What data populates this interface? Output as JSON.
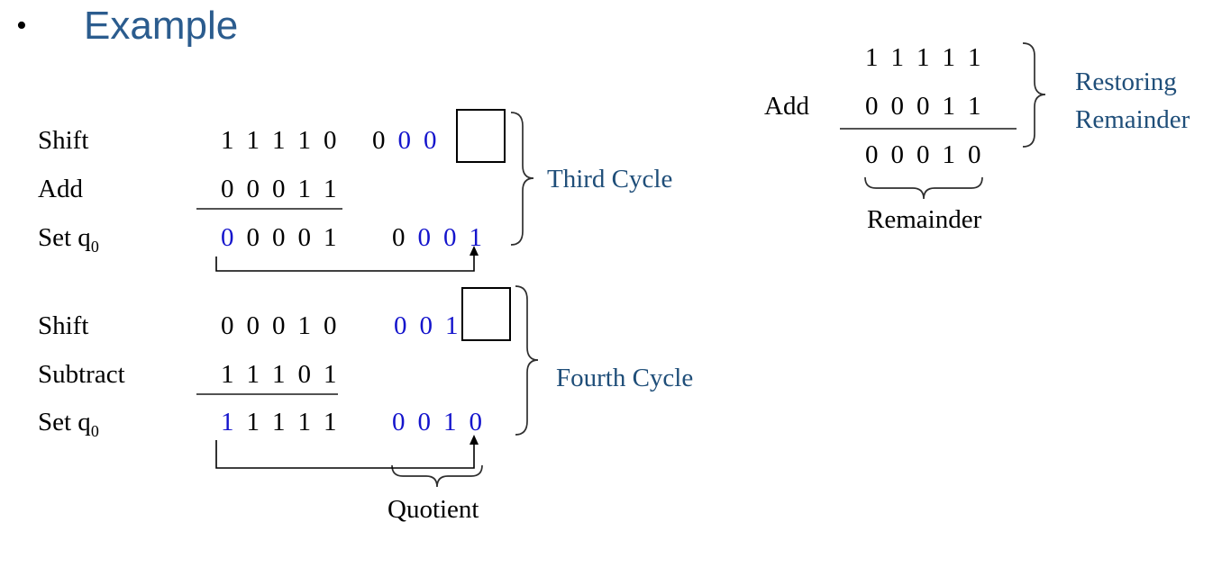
{
  "colors": {
    "title": "#2b5c8e",
    "cycle": "#1f4e79",
    "blue": "#1414cc",
    "ink": "#000000",
    "line": "#3a3a3a"
  },
  "title": {
    "bullet": "•",
    "text": "Example"
  },
  "third_cycle": {
    "label": "Third Cycle",
    "shift_op": "Shift",
    "shift_register": {
      "bits": "11110",
      "blue": []
    },
    "shift_quotient": {
      "bits": "000",
      "blue": [
        1,
        2
      ]
    },
    "add_op": "Add",
    "add_register": {
      "bits": "00011",
      "blue": []
    },
    "set_op": "Set q",
    "set_sub": "0",
    "set_register": {
      "bits": "00001",
      "blue": [
        0
      ]
    },
    "set_quotient": {
      "bits": "0001",
      "blue": [
        1,
        2,
        3
      ]
    }
  },
  "fourth_cycle": {
    "label": "Fourth Cycle",
    "shift_op": "Shift",
    "shift_register": {
      "bits": "00010",
      "blue": []
    },
    "shift_quotient": {
      "bits": "001",
      "blue": [
        0,
        1,
        2
      ]
    },
    "subtract_op": "Subtract",
    "subtract_register": {
      "bits": "11101",
      "blue": []
    },
    "set_op": "Set q",
    "set_sub": "0",
    "set_register": {
      "bits": "11111",
      "blue": [
        0
      ]
    },
    "set_quotient": {
      "bits": "0010",
      "blue": [
        0,
        1,
        2,
        3
      ]
    },
    "quotient_label": "Quotient"
  },
  "restoring": {
    "add_op": "Add",
    "minuend": {
      "bits": "11111",
      "blue": []
    },
    "addend": {
      "bits": "00011",
      "blue": []
    },
    "result": {
      "bits": "00010",
      "blue": []
    },
    "brace_label_line1": "Restoring",
    "brace_label_line2": "Remainder",
    "remainder_label": "Remainder"
  }
}
